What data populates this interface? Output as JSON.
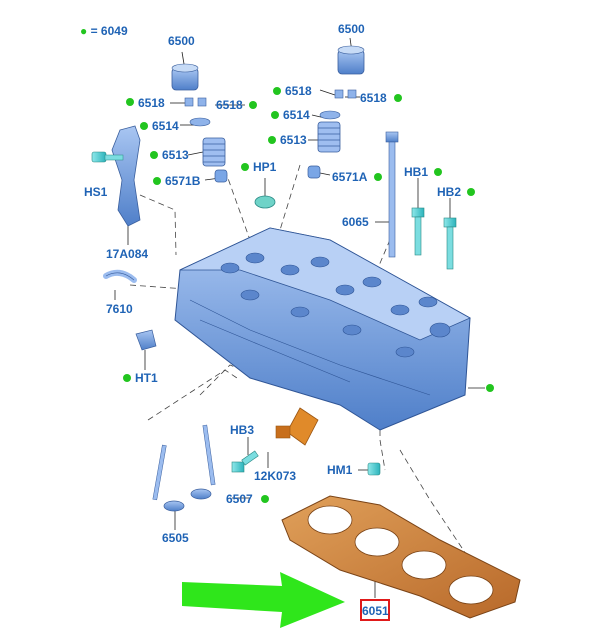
{
  "legend": {
    "symbol": "●",
    "text": "= 6049"
  },
  "labels": {
    "p6500a": "6500",
    "p6500b": "6500",
    "p6518a": "6518",
    "p6518b": "6518",
    "p6518c": "6518",
    "p6518d": "6518",
    "p6514a": "6514",
    "p6514b": "6514",
    "p6513a": "6513",
    "p6513b": "6513",
    "p6571b": "6571B",
    "p6571a": "6571A",
    "hp1": "HP1",
    "hs1": "HS1",
    "p17a084": "17A084",
    "p7610": "7610",
    "ht1": "HT1",
    "hb1": "HB1",
    "hb2": "HB2",
    "p6065": "6065",
    "hb3": "HB3",
    "p12k073": "12K073",
    "hm1": "HM1",
    "p6507": "6507",
    "p6505": "6505",
    "p6051": "6051"
  },
  "colors": {
    "label_text": "#1f63b5",
    "marker_dot": "#22c51f",
    "highlight_box": "#e01a1a",
    "arrow": "#2fe61b",
    "part_blue": "#7aa6e6",
    "gasket": "#c87a2e",
    "sensor": "#e08a2a",
    "bolt": "#4fd0d6"
  },
  "icons": [
    "green-dot-marker",
    "green-arrow-pointer",
    "red-highlight-box"
  ]
}
